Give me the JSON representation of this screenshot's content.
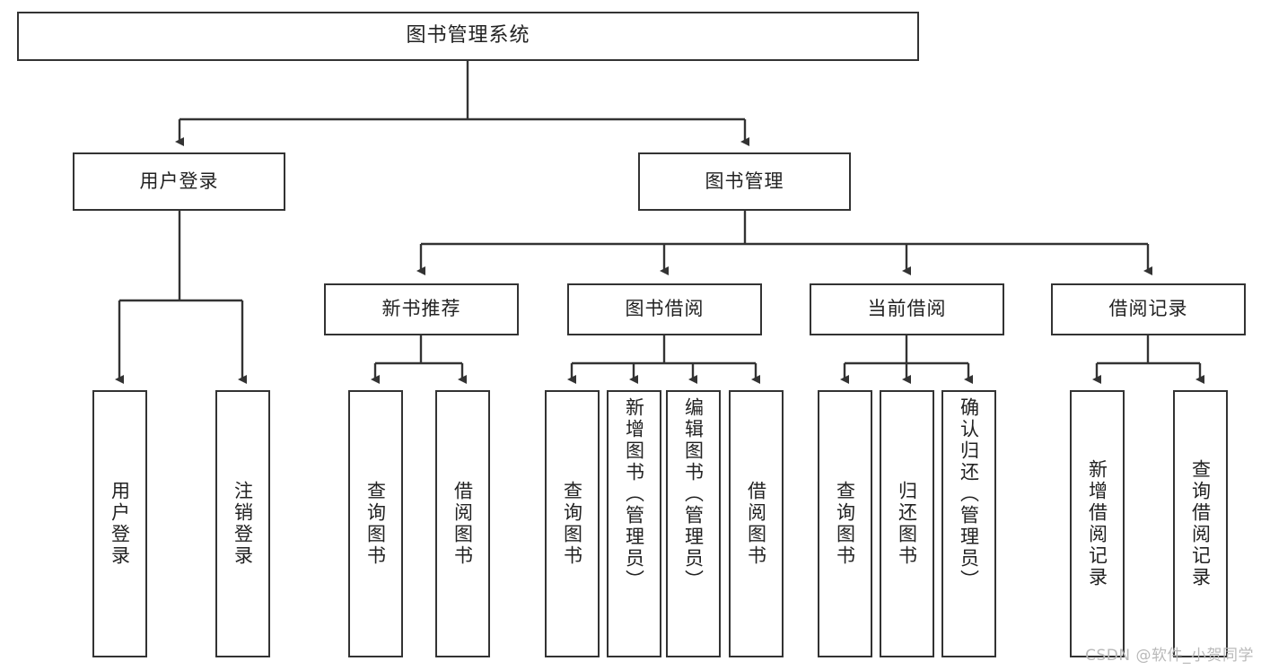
{
  "diagram": {
    "title": "图书管理系统",
    "watermark": "CSDN @软件_小贺同学",
    "accent_color": "#333333",
    "background_color": "#ffffff",
    "text_color": "#222222",
    "watermark_color": "#b9b9b9",
    "nodes": {
      "root": "图书管理系统",
      "level2": {
        "user_login": "用户登录",
        "book_manage": "图书管理"
      },
      "level3": {
        "new_book_recommend": "新书推荐",
        "book_borrow": "图书借阅",
        "current_borrow": "当前借阅",
        "borrow_record": "借阅记录"
      },
      "leaves": {
        "user_login_children": [
          "用户登录",
          "注销登录"
        ],
        "new_book_recommend_children": [
          "查询图书",
          "借阅图书"
        ],
        "book_borrow_children": [
          "查询图书",
          "新增图书（管理员）",
          "编辑图书（管理员）",
          "借阅图书"
        ],
        "current_borrow_children": [
          "查询图书",
          "归还图书",
          "确认归还（管理员）"
        ],
        "borrow_record_children": [
          "新增借阅记录",
          "查询借阅记录"
        ]
      }
    }
  }
}
